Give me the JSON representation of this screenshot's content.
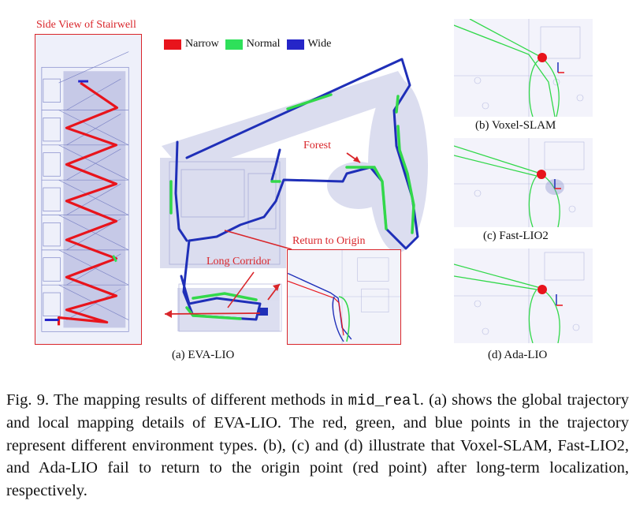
{
  "figure": {
    "stairwell_title": "Side View of Stairwell",
    "legend": [
      {
        "label": "Narrow",
        "color": "#e8141c"
      },
      {
        "label": "Normal",
        "color": "#2ee05a"
      },
      {
        "label": "Wide",
        "color": "#2525c8"
      }
    ],
    "annotations": {
      "forest": "Forest",
      "return_to_origin": "Return to Origin",
      "long_corridor": "Long Corridor"
    },
    "subcaptions": {
      "a": "(a) EVA-LIO",
      "b": "(b) Voxel-SLAM",
      "c": "(c) Fast-LIO2",
      "d": "(d) Ada-LIO"
    },
    "colors": {
      "annotation_red": "#d9252a",
      "trajectory_blue": "#1f2fb8",
      "trajectory_green": "#32d84a",
      "origin_point": "#e8141c"
    }
  },
  "caption": {
    "label": "Fig. 9.",
    "text_before_code": "The mapping results of different methods in",
    "code": "mid_real",
    "text_after_code": ". (a) shows the global trajectory and local mapping details of EVA-LIO. The red, green, and blue points in the trajectory represent different environment types. (b), (c) and (d) illustrate that Voxel-SLAM, Fast-LIO2, and Ada-LIO fail to return to the origin point (red point) after long-term localization, respectively."
  }
}
